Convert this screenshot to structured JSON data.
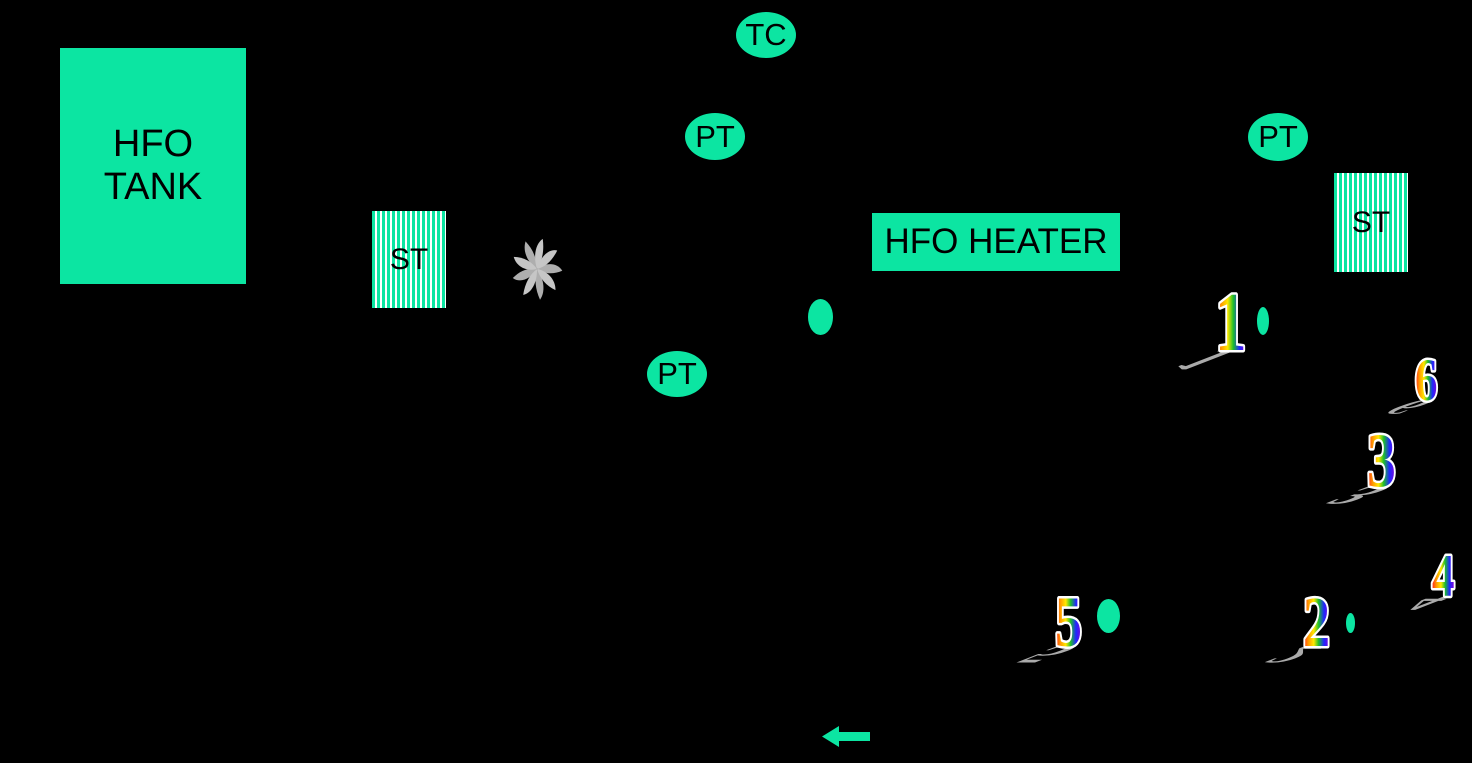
{
  "colors": {
    "background": "#000000",
    "accent_green": "#0ce5a2",
    "pinwheel_gray": "#c6c6c6",
    "shadow_gray": "#c2c2c2",
    "label_black": "#000000",
    "outline_white": "#ffffff",
    "marker_rainbow": [
      "#ff2020",
      "#ff9a00",
      "#ffe800",
      "#1dbf2a",
      "#2026ff",
      "#8b00d6"
    ]
  },
  "labels": {
    "tank": "HFO TANK",
    "heater": "HFO HEATER"
  },
  "strainers": [
    {
      "label": "ST"
    },
    {
      "label": "ST"
    }
  ],
  "sensors": [
    {
      "label": "TC"
    },
    {
      "label": "PT"
    },
    {
      "label": "PT"
    },
    {
      "label": "PT"
    }
  ],
  "markers": {
    "m1": "1",
    "m2": "2",
    "m3": "3",
    "m4": "4",
    "m5": "5",
    "m6": "6"
  },
  "icons": {
    "pump": "impeller-swirl",
    "flow_arrow": "left-arrow",
    "valves": "green-ellipse-port"
  }
}
